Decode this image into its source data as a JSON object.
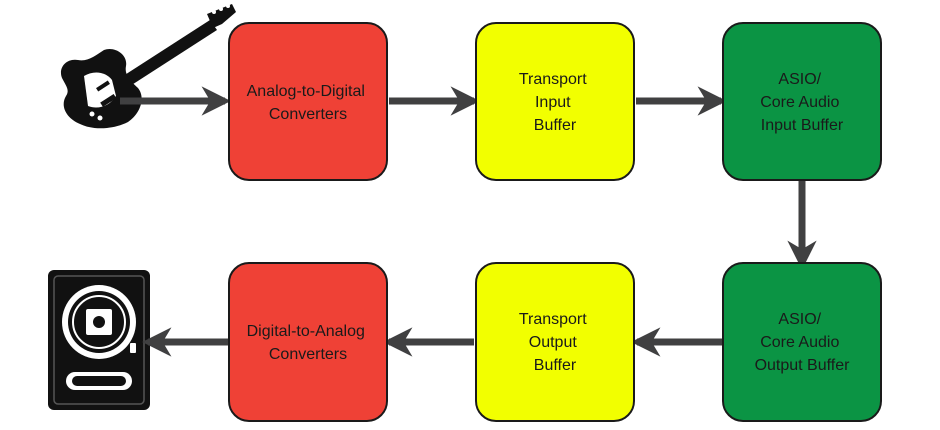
{
  "colors": {
    "red": "#ef4136",
    "yellow": "#f2ff00",
    "green": "#0b9444",
    "arrow": "#404041",
    "outline": "#1a1a1a"
  },
  "icons": {
    "input": "electric-guitar-icon",
    "output": "studio-monitor-speaker-icon"
  },
  "nodes": {
    "adc": {
      "lines": [
        "Analog-to-Digital",
        "Converters"
      ]
    },
    "transport_in": {
      "lines": [
        "Transport",
        "Input",
        "Buffer"
      ]
    },
    "asio_in": {
      "lines": [
        "ASIO/",
        "Core Audio",
        "Input Buffer"
      ]
    },
    "asio_out": {
      "lines": [
        "ASIO/",
        "Core Audio",
        "Output Buffer"
      ]
    },
    "transport_out": {
      "lines": [
        "Transport",
        "Output",
        "Buffer"
      ]
    },
    "dac": {
      "lines": [
        "Digital-to-Analog",
        "Converters"
      ]
    }
  }
}
